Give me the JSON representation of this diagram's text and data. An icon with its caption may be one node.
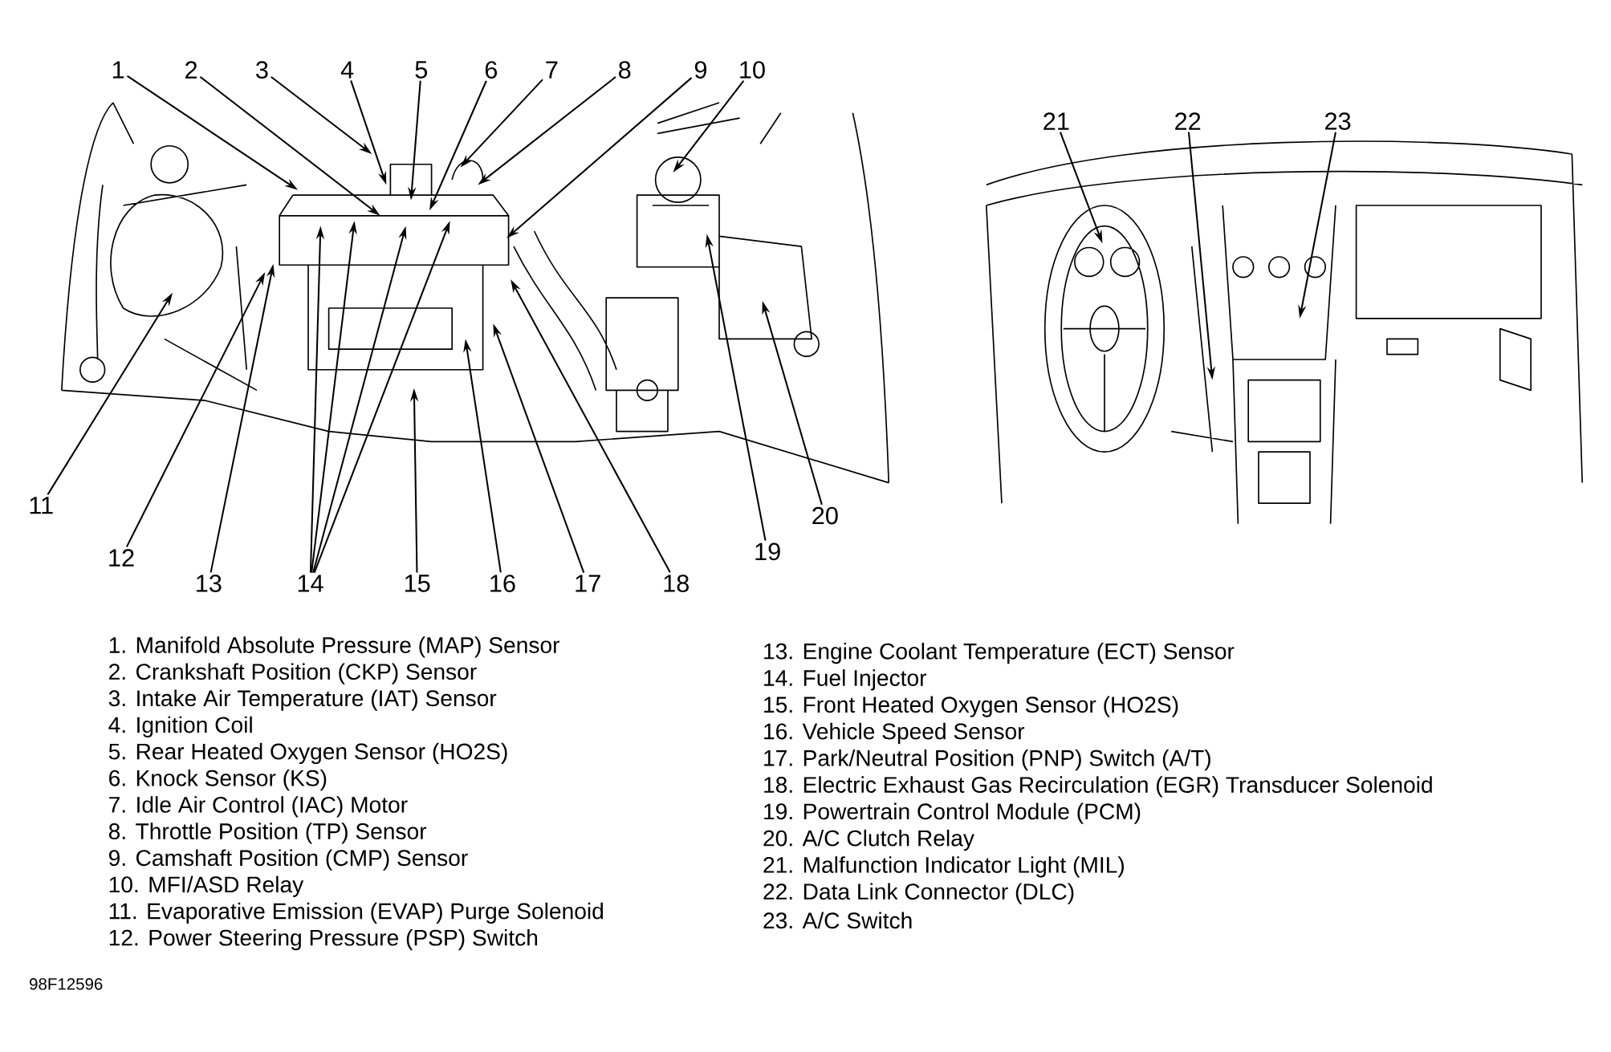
{
  "diagram": {
    "nodes": [
      {
        "text": [
          "1"
        ]
      },
      {
        "text": [
          "2"
        ]
      },
      {
        "text": [
          "3"
        ]
      },
      {
        "text": [
          "4"
        ]
      },
      {
        "text": [
          "5"
        ]
      },
      {
        "text": [
          "6"
        ]
      },
      {
        "text": [
          "7"
        ]
      },
      {
        "text": [
          "8"
        ]
      },
      {
        "text": [
          "9"
        ]
      },
      {
        "text": [
          "10"
        ]
      },
      {
        "text": [
          "11"
        ]
      },
      {
        "text": [
          "12"
        ]
      },
      {
        "text": [
          "13"
        ]
      },
      {
        "text": [
          "14"
        ]
      },
      {
        "text": [
          "15"
        ]
      },
      {
        "text": [
          "16"
        ]
      },
      {
        "text": [
          "17"
        ]
      },
      {
        "text": [
          "18"
        ]
      },
      {
        "text": [
          "19"
        ]
      },
      {
        "text": [
          "20"
        ]
      },
      {
        "text": [
          "21"
        ]
      },
      {
        "text": [
          "22"
        ]
      },
      {
        "text": [
          "23"
        ]
      }
    ],
    "edges": [
      {
        "from": 0,
        "to": null,
        "arrow": "to"
      },
      {
        "from": 1,
        "to": null,
        "arrow": "to"
      },
      {
        "from": 2,
        "to": null,
        "arrow": "to"
      },
      {
        "from": 3,
        "to": null,
        "arrow": "to"
      },
      {
        "from": 4,
        "to": null,
        "arrow": "to"
      },
      {
        "from": 5,
        "to": null,
        "arrow": "to"
      },
      {
        "from": 6,
        "to": null,
        "arrow": "to"
      },
      {
        "from": 7,
        "to": null,
        "arrow": "to"
      },
      {
        "from": 8,
        "to": null,
        "arrow": "to"
      },
      {
        "from": 9,
        "to": null,
        "arrow": "to"
      },
      {
        "from": 10,
        "to": null,
        "arrow": "to"
      },
      {
        "from": 11,
        "to": null,
        "arrow": "to"
      },
      {
        "from": 12,
        "to": null,
        "arrow": "to"
      },
      {
        "from": 13,
        "to": null,
        "arrow": "to"
      },
      {
        "from": 13,
        "to": null,
        "arrow": "to"
      },
      {
        "from": 13,
        "to": null,
        "arrow": "to"
      },
      {
        "from": 13,
        "to": null,
        "arrow": "to"
      },
      {
        "from": 14,
        "to": null,
        "arrow": "to"
      },
      {
        "from": 15,
        "to": null,
        "arrow": "to"
      },
      {
        "from": 16,
        "to": null,
        "arrow": "to"
      },
      {
        "from": 17,
        "to": null,
        "arrow": "to"
      },
      {
        "from": 18,
        "to": null,
        "arrow": "to"
      },
      {
        "from": 19,
        "to": null,
        "arrow": "to"
      },
      {
        "from": 20,
        "to": null,
        "arrow": "to"
      },
      {
        "from": 21,
        "to": null,
        "arrow": "to"
      },
      {
        "from": 22,
        "to": null,
        "arrow": "to"
      }
    ],
    "labels": [
      "1. Manifold Absolute Pressure (MAP) Sensor",
      "2. Crankshaft Position (CKP) Sensor",
      "3. Intake Air Temperature (IAT) Sensor",
      "4. Ignition Coil",
      "5. Rear Heated Oxygen Sensor (HO2S)",
      "6. Knock Sensor (KS)",
      "7. Idle Air Control (IAC) Motor",
      "8. Throttle Position (TP) Sensor",
      "9. Camshaft Position (CMP) Sensor",
      "10. MFI/ASD Relay",
      "11. Evaporative Emission (EVAP) Purge Solenoid",
      "12. Power Steering Pressure (PSP) Switch",
      "13. Engine Coolant Temperature (ECT) Sensor",
      "14. Fuel Injector",
      "15. Front Heated Oxygen Sensor (HO2S)",
      "16. Vehicle Speed Sensor",
      "17. Park/Neutral Position (PNP) Switch (A/T)",
      "18. Electric Exhaust Gas Recirculation (EGR) Transducer Solenoid",
      "19. Powertrain Control Module (PCM)",
      "20. A/C Clutch Relay",
      "21. Malfunction Indicator Light (MIL)",
      "22. Data Link Connector (DLC)",
      "23. A/C Switch",
      "98F12596"
    ]
  }
}
